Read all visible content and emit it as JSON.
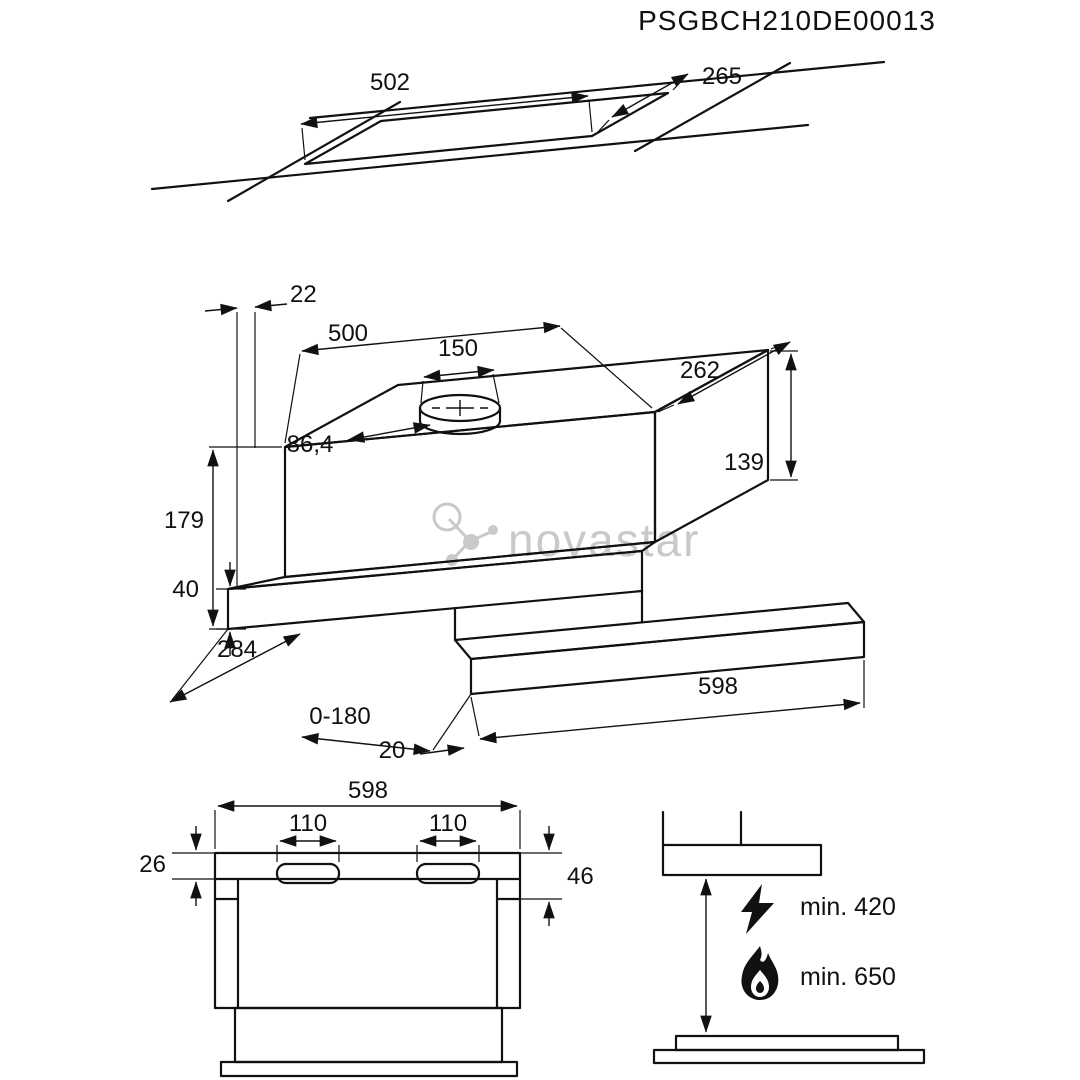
{
  "header": {
    "model": "PSGBCH210DE00013"
  },
  "watermark": {
    "brand": "novastar"
  },
  "cutout_view": {
    "width": "502",
    "depth": "265"
  },
  "iso_view": {
    "side_offset": "22",
    "body_width": "500",
    "duct_diameter": "150",
    "body_depth": "262",
    "duct_offset": "86,4",
    "body_height": "139",
    "total_height": "179",
    "visor_height": "40",
    "total_depth": "284",
    "pullout_range": "0-180",
    "front_lip": "20",
    "total_width": "598"
  },
  "front_view": {
    "width": "598",
    "slot_left": "110",
    "slot_right": "110",
    "top_height": "26",
    "mount_height": "46"
  },
  "clearance_view": {
    "electric": "min. 420",
    "gas": "min. 650"
  },
  "colors": {
    "line": "#111111",
    "watermark": "#c9c9c9",
    "background": "#ffffff"
  }
}
